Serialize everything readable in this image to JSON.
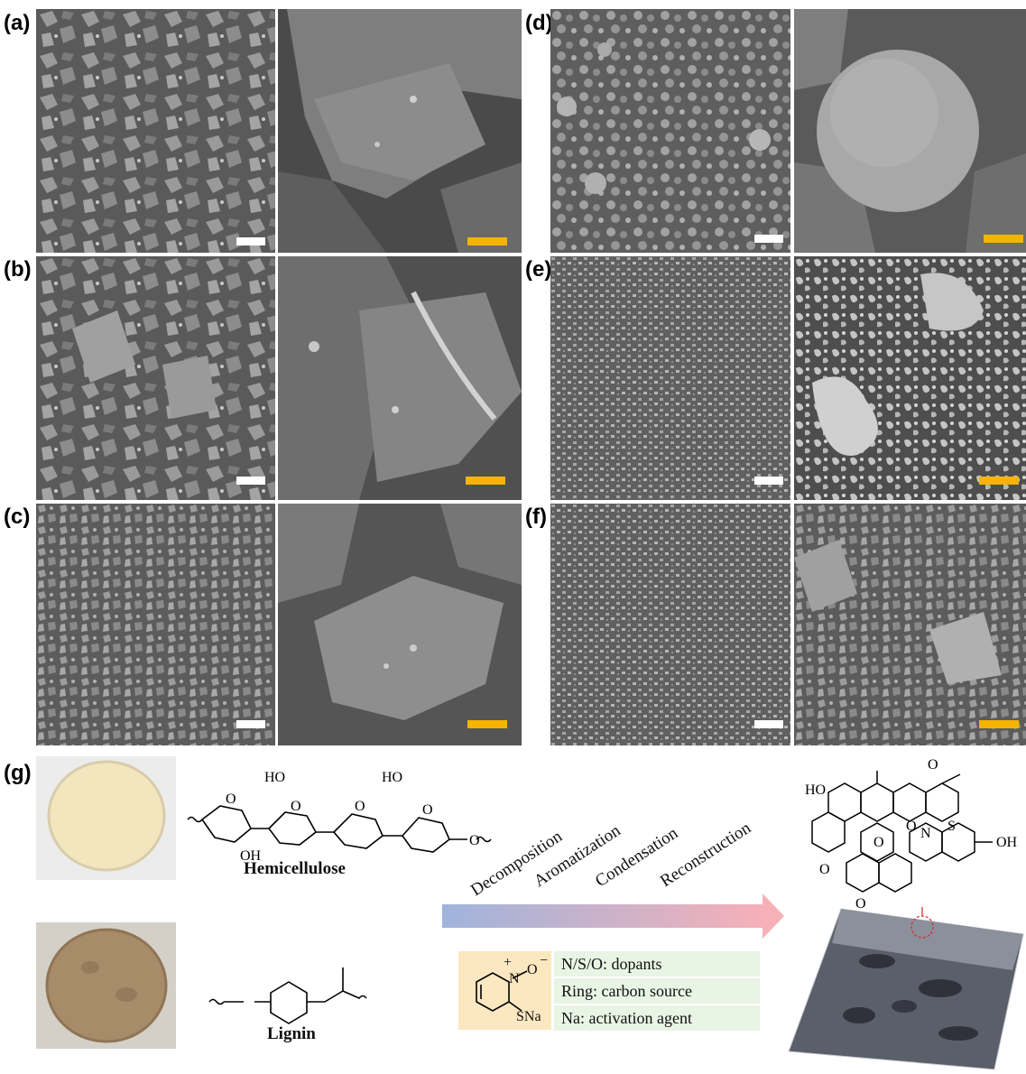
{
  "panels": [
    {
      "label": "(a)"
    },
    {
      "label": "(b)"
    },
    {
      "label": "(c)"
    },
    {
      "label": "(d)"
    },
    {
      "label": "(e)"
    },
    {
      "label": "(f)"
    },
    {
      "label": "(g)"
    }
  ],
  "materials": {
    "hemicellulose": "Hemicellulose",
    "lignin": "Lignin"
  },
  "process_steps": [
    "Decomposition",
    "Aromatization",
    "Condensation",
    "Reconstruction"
  ],
  "additive_roles": [
    "N/S/O: dopants",
    "Ring: carbon source",
    "Na: activation agent"
  ],
  "atoms": {
    "n": "N",
    "o": "O",
    "sna": "SNa",
    "plus": "+",
    "minus": "−",
    "ho": "HO",
    "oh": "OH",
    "s": "S"
  },
  "colors": {
    "scale_white": "#ffffff",
    "scale_yellow": "#f5b400",
    "arrow_start": "#9fb4dc",
    "arrow_end": "#f5b0b8",
    "legend_bg": "#e8f4e4",
    "molecule_box": "#fbe7c0",
    "hemicellulose_powder": "#f1e6bd",
    "lignin_powder": "#a88b68"
  }
}
